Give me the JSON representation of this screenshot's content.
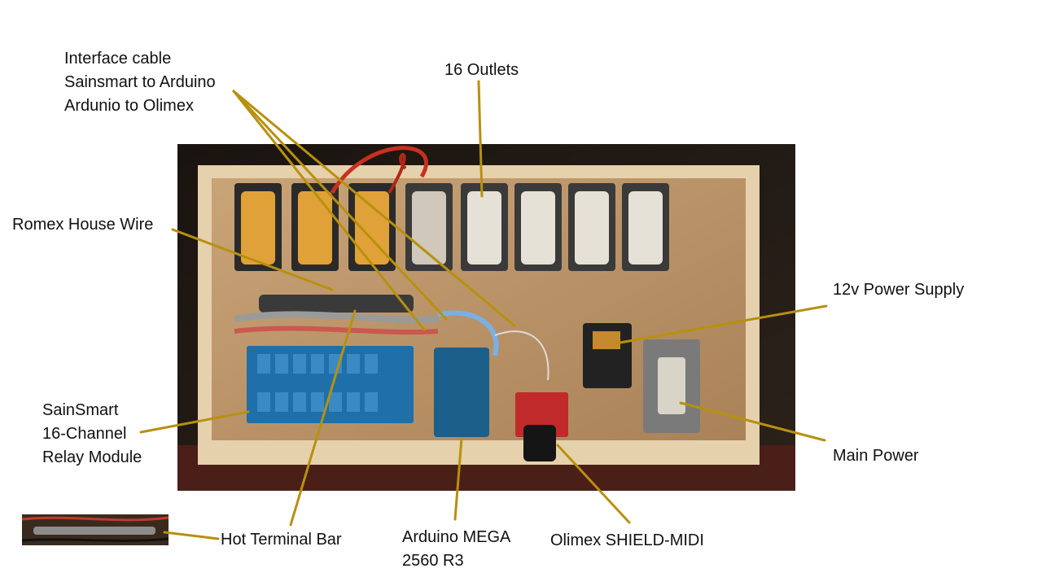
{
  "labels": {
    "interface_cable": [
      "Interface cable",
      "Sainsmart to Arduino",
      "Ardunio to Olimex"
    ],
    "outlets": "16 Outlets",
    "romex": "Romex House Wire",
    "power_supply": "12v Power Supply",
    "relay_module": [
      "SainSmart",
      "16-Channel",
      "Relay Module"
    ],
    "main_power": "Main Power",
    "hot_bar": "Hot Terminal Bar",
    "arduino": [
      "Arduino MEGA",
      "2560 R3"
    ],
    "olimex": "Olimex SHIELD-MIDI"
  },
  "colors": {
    "leader": "#b8900e",
    "text": "#111111",
    "board_wood": "#d2b287",
    "frame": "#e9d6b6",
    "relay_blue": "#1f6fa8",
    "arduino_blue": "#1c5f8a",
    "olimex_red": "#c02a2a"
  }
}
